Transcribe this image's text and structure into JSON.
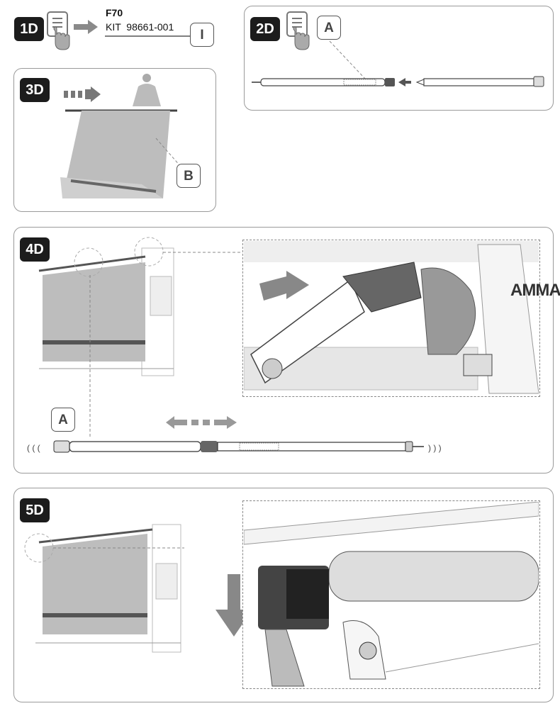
{
  "step1": {
    "badge": "1D",
    "model": "F70",
    "kit": "KIT  98661-001",
    "ref": "I"
  },
  "step2": {
    "badge": "2D",
    "label": "A"
  },
  "step3": {
    "badge": "3D",
    "label": "B"
  },
  "step4": {
    "badge": "4D",
    "label": "A",
    "brand_partial": "AMMA"
  },
  "step5": {
    "badge": "5D"
  }
}
